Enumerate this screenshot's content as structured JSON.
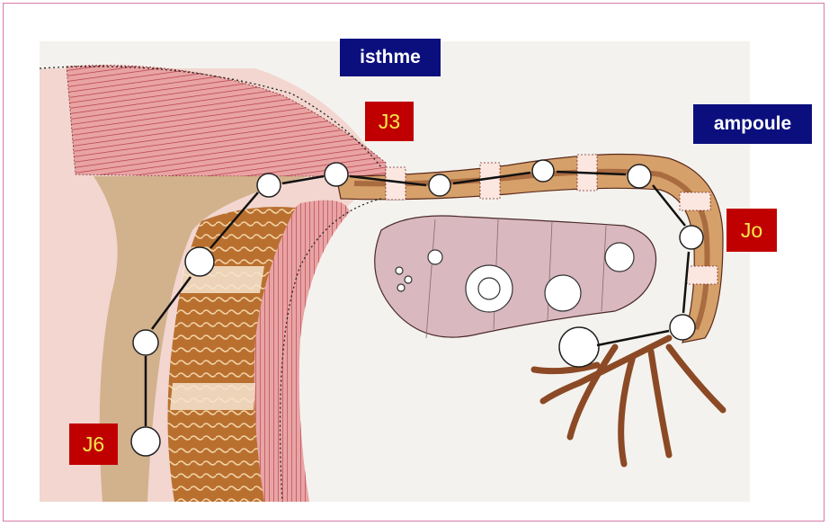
{
  "labels": {
    "isthme": "isthme",
    "ampoule": "ampoule",
    "j3": "J3",
    "j0": "Jo",
    "j6": "J6"
  },
  "colors": {
    "frame_border": "#d77aa8",
    "label_blue_bg": "#0b0f7e",
    "label_red_bg": "#c00000",
    "label_red_text": "#f7e84a",
    "muscle_red": "#c9515b",
    "tube_brown": "#8b5a2b",
    "ovary_pink": "#d9b8c0"
  }
}
